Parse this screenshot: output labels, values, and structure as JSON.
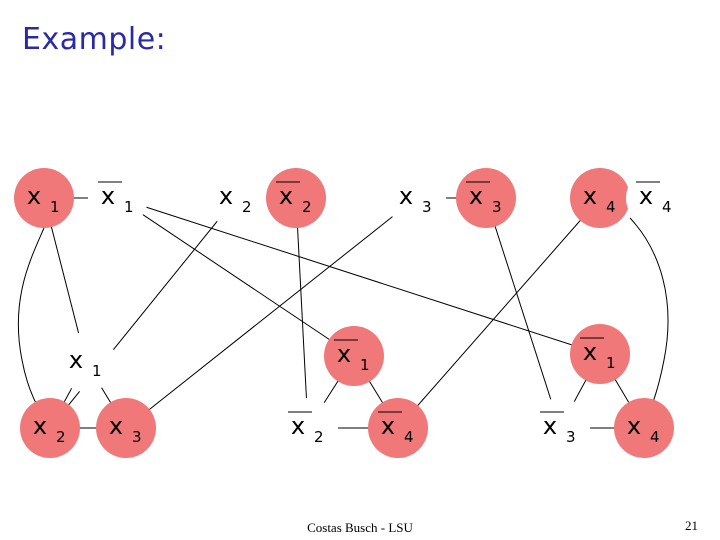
{
  "title": "Example:",
  "footer": "Costas Busch - LSU",
  "page_number": "21",
  "colors": {
    "title": "#2a2aa6",
    "node_red": "#f07878",
    "node_white": "#ffffff",
    "edge": "#000000"
  },
  "nodes": [
    {
      "id": "top-x1",
      "var": "x",
      "sub": "1",
      "neg": false,
      "red": true
    },
    {
      "id": "top-nx1",
      "var": "x",
      "sub": "1",
      "neg": true,
      "red": false
    },
    {
      "id": "top-x2",
      "var": "x",
      "sub": "2",
      "neg": false,
      "red": false
    },
    {
      "id": "top-nx2",
      "var": "x",
      "sub": "2",
      "neg": true,
      "red": true
    },
    {
      "id": "top-x3",
      "var": "x",
      "sub": "3",
      "neg": false,
      "red": false
    },
    {
      "id": "top-nx3",
      "var": "x",
      "sub": "3",
      "neg": true,
      "red": true
    },
    {
      "id": "top-x4",
      "var": "x",
      "sub": "4",
      "neg": false,
      "red": true
    },
    {
      "id": "top-nx4",
      "var": "x",
      "sub": "4",
      "neg": true,
      "red": false
    },
    {
      "id": "c1-x1",
      "var": "x",
      "sub": "1",
      "neg": false,
      "red": false
    },
    {
      "id": "c1-x2",
      "var": "x",
      "sub": "2",
      "neg": false,
      "red": true
    },
    {
      "id": "c1-x3",
      "var": "x",
      "sub": "3",
      "neg": false,
      "red": true
    },
    {
      "id": "c2-nx1",
      "var": "x",
      "sub": "1",
      "neg": true,
      "red": true
    },
    {
      "id": "c2-nx2",
      "var": "x",
      "sub": "2",
      "neg": true,
      "red": false
    },
    {
      "id": "c2-nx4",
      "var": "x",
      "sub": "4",
      "neg": true,
      "red": true
    },
    {
      "id": "c3-nx1",
      "var": "x",
      "sub": "1",
      "neg": true,
      "red": true
    },
    {
      "id": "c3-nx3",
      "var": "x",
      "sub": "3",
      "neg": true,
      "red": false
    },
    {
      "id": "c3-x4",
      "var": "x",
      "sub": "4",
      "neg": false,
      "red": true
    }
  ],
  "edges": [
    [
      "top-x1",
      "top-nx1"
    ],
    [
      "top-x2",
      "top-nx2"
    ],
    [
      "top-x3",
      "top-nx3"
    ],
    [
      "top-x4",
      "top-nx4"
    ],
    [
      "c1-x1",
      "c1-x2"
    ],
    [
      "c1-x1",
      "c1-x3"
    ],
    [
      "c1-x2",
      "c1-x3"
    ],
    [
      "c2-nx1",
      "c2-nx2"
    ],
    [
      "c2-nx1",
      "c2-nx4"
    ],
    [
      "c2-nx2",
      "c2-nx4"
    ],
    [
      "c3-nx1",
      "c3-nx3"
    ],
    [
      "c3-nx1",
      "c3-x4"
    ],
    [
      "c3-nx3",
      "c3-x4"
    ],
    [
      "top-x1",
      "c1-x1"
    ],
    [
      "top-nx1",
      "c2-nx1"
    ],
    [
      "top-nx1",
      "c3-nx1"
    ],
    [
      "top-x2",
      "c1-x2"
    ],
    [
      "top-nx2",
      "c2-nx2"
    ],
    [
      "top-x3",
      "c1-x3"
    ],
    [
      "top-nx3",
      "c3-nx3"
    ],
    [
      "top-x4",
      "c2-nx4"
    ],
    [
      "top-nx4",
      "c3-x4"
    ]
  ]
}
